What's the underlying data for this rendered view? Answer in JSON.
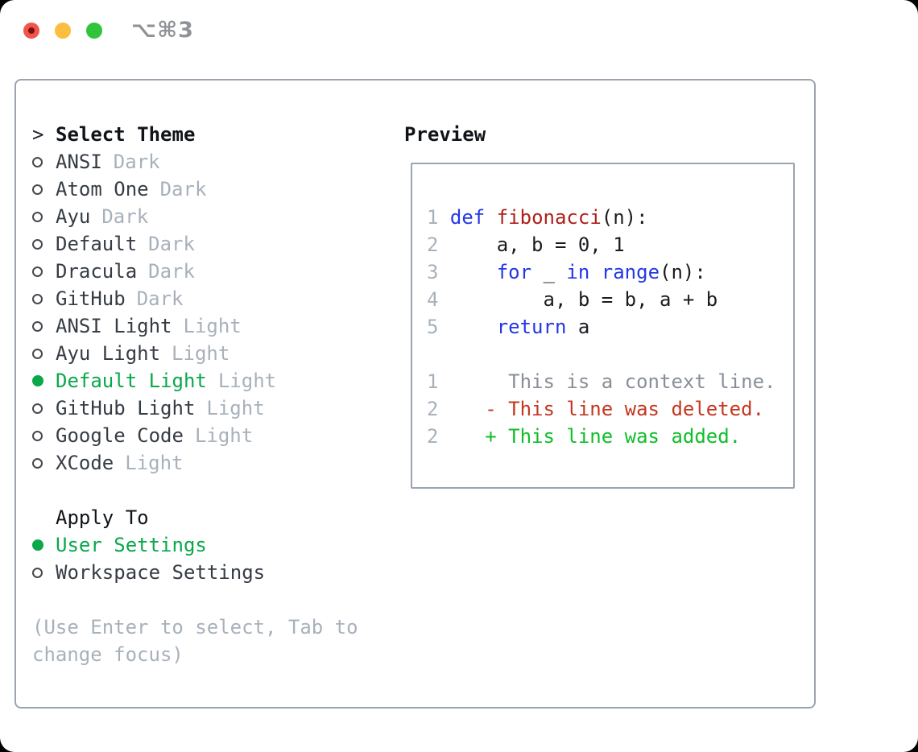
{
  "window": {
    "title_shortcut": "⌥⌘3",
    "traffic_lights": [
      "close",
      "minimize",
      "zoom"
    ]
  },
  "colors": {
    "selection_green": "#0aa84b",
    "added_green": "#0fbe29",
    "deleted_red": "#c5361f",
    "keyword_blue": "#2337e6",
    "function_red": "#ad211b",
    "muted_gray": "#a8b1bb",
    "border_gray": "#9ba4af",
    "traffic_red": "#f0554d",
    "traffic_yellow": "#fcbe3f",
    "traffic_green": "#30c43c"
  },
  "theme_selector": {
    "header_prefix": ">",
    "header": "Select Theme",
    "items": [
      {
        "name": "ANSI",
        "variant": "Dark",
        "selected": false
      },
      {
        "name": "Atom One",
        "variant": "Dark",
        "selected": false
      },
      {
        "name": "Ayu",
        "variant": "Dark",
        "selected": false
      },
      {
        "name": "Default",
        "variant": "Dark",
        "selected": false
      },
      {
        "name": "Dracula",
        "variant": "Dark",
        "selected": false
      },
      {
        "name": "GitHub",
        "variant": "Dark",
        "selected": false
      },
      {
        "name": "ANSI Light",
        "variant": "Light",
        "selected": false
      },
      {
        "name": "Ayu Light",
        "variant": "Light",
        "selected": false
      },
      {
        "name": "Default Light",
        "variant": "Light",
        "selected": true
      },
      {
        "name": "GitHub Light",
        "variant": "Light",
        "selected": false
      },
      {
        "name": "Google Code",
        "variant": "Light",
        "selected": false
      },
      {
        "name": "XCode",
        "variant": "Light",
        "selected": false
      }
    ]
  },
  "apply_to": {
    "header": "Apply To",
    "options": [
      {
        "label": "User Settings",
        "selected": true
      },
      {
        "label": "Workspace Settings",
        "selected": false
      }
    ]
  },
  "help": {
    "line1": "(Use Enter to select, Tab to",
    "line2": "change focus)"
  },
  "preview": {
    "header": "Preview",
    "code_lines": [
      {
        "ln": "1",
        "tokens": [
          {
            "t": " "
          },
          {
            "t": "def"
          },
          {
            "t": " "
          },
          {
            "t": "fibonacci"
          },
          {
            "t": "(n):"
          }
        ]
      },
      {
        "ln": "2",
        "tokens": [
          {
            "t": "     a, b = 0, 1"
          }
        ]
      },
      {
        "ln": "3",
        "tokens": [
          {
            "t": "     "
          },
          {
            "t": "for"
          },
          {
            "t": " _ "
          },
          {
            "t": "in"
          },
          {
            "t": " "
          },
          {
            "t": "range"
          },
          {
            "t": "(n):"
          }
        ]
      },
      {
        "ln": "4",
        "tokens": [
          {
            "t": "         a, b = b, a + b"
          }
        ]
      },
      {
        "ln": "5",
        "tokens": [
          {
            "t": "     "
          },
          {
            "t": "return"
          },
          {
            "t": " a"
          }
        ]
      }
    ],
    "diff_lines": [
      {
        "ln": "1",
        "kind": "context",
        "text": "      This is a context line."
      },
      {
        "ln": "2",
        "kind": "deleted",
        "text": "    - This line was deleted."
      },
      {
        "ln": "2",
        "kind": "added",
        "text": "    + This line was added."
      }
    ]
  }
}
